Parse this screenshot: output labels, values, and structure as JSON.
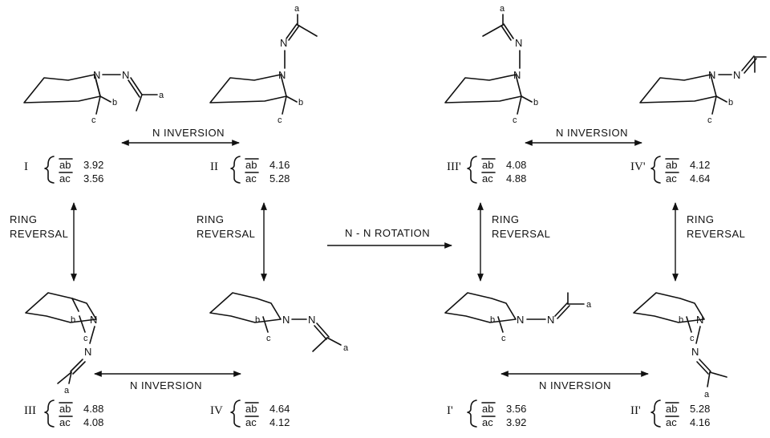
{
  "arrows": {
    "n_inversion": "N INVERSION",
    "ring_reversal_line1": "RING",
    "ring_reversal_line2": "REVERSAL",
    "nn_rotation": "N - N ROTATION"
  },
  "atoms": {
    "a": "a",
    "b": "b",
    "c": "c",
    "N": "N"
  },
  "distance_labels": {
    "ab": "ab",
    "ac": "ac"
  },
  "conformers": [
    {
      "id": "I",
      "label": "I",
      "ab": "3.92",
      "ac": "3.56"
    },
    {
      "id": "II",
      "label": "II",
      "ab": "4.16",
      "ac": "5.28"
    },
    {
      "id": "IIIp",
      "label": "III'",
      "ab": "4.08",
      "ac": "4.88"
    },
    {
      "id": "IVp",
      "label": "IV'",
      "ab": "4.12",
      "ac": "4.64"
    },
    {
      "id": "III",
      "label": "III",
      "ab": "4.88",
      "ac": "4.08"
    },
    {
      "id": "IV",
      "label": "IV",
      "ab": "4.64",
      "ac": "4.12"
    },
    {
      "id": "Ip",
      "label": "I'",
      "ab": "3.56",
      "ac": "3.92"
    },
    {
      "id": "IIp",
      "label": "II'",
      "ab": "5.28",
      "ac": "4.16"
    }
  ]
}
